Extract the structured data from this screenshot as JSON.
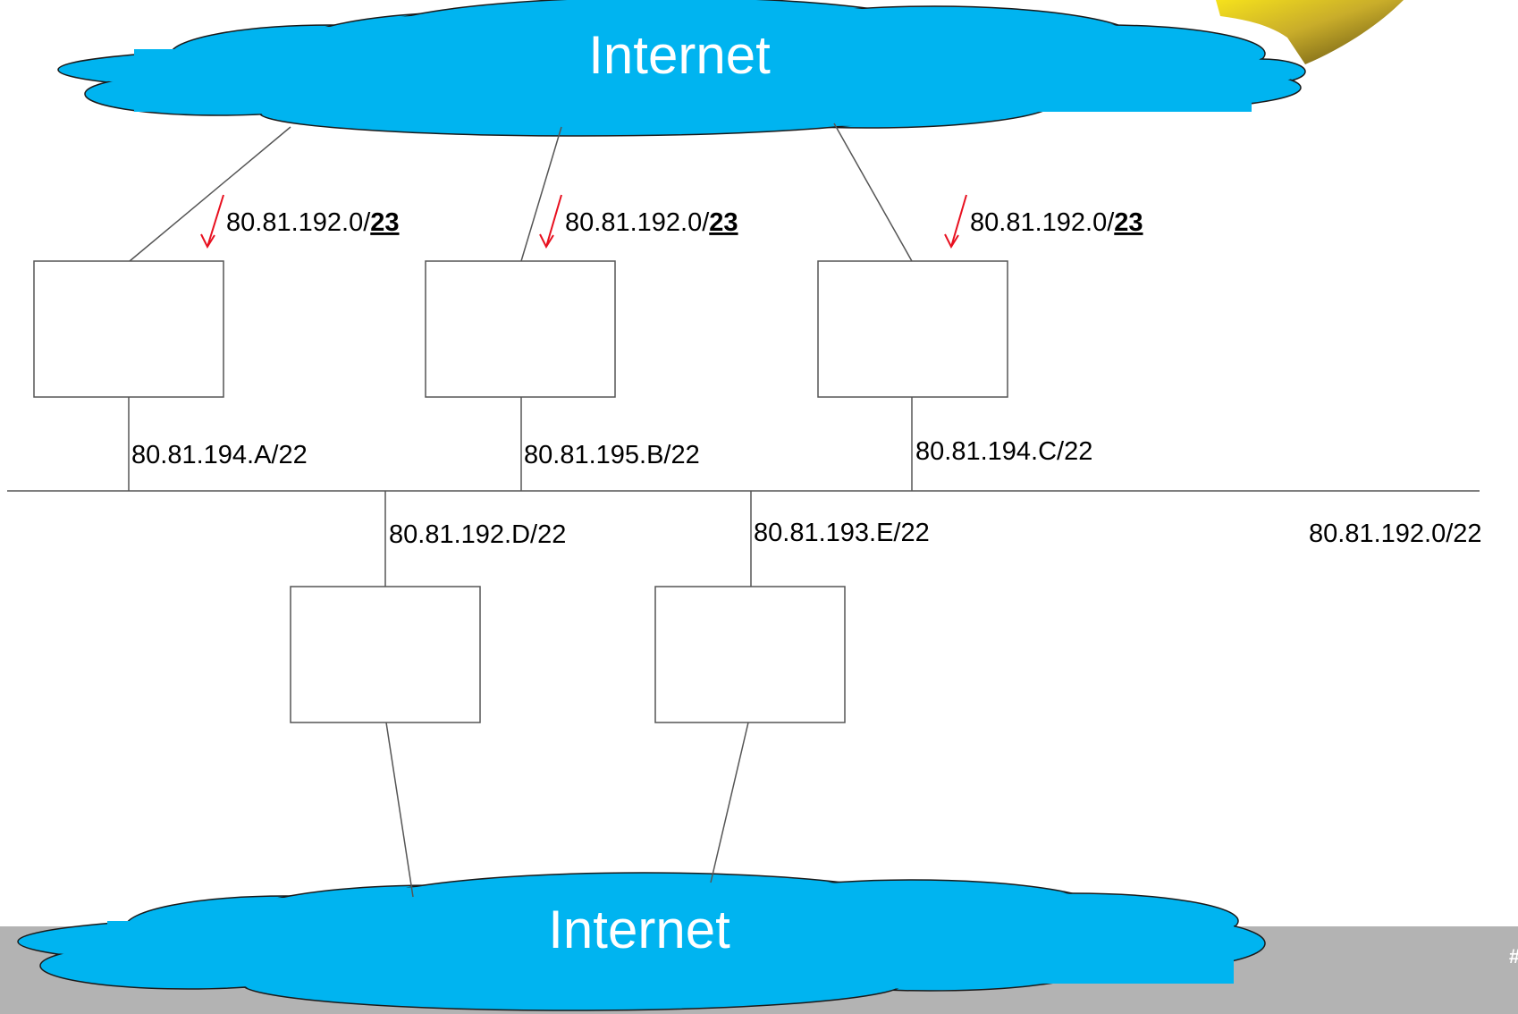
{
  "clouds": {
    "top": {
      "label": "Internet"
    },
    "bottom": {
      "label": "Internet"
    }
  },
  "announcements": [
    {
      "prefix": "80.81.192.0/",
      "length": "23"
    },
    {
      "prefix": "80.81.192.0/",
      "length": "23"
    },
    {
      "prefix": "80.81.192.0/",
      "length": "23"
    }
  ],
  "router_interfaces": {
    "a": "80.81.194.A/22",
    "b": "80.81.195.B/22",
    "c": "80.81.194.C/22",
    "d": "80.81.192.D/22",
    "e": "80.81.193.E/22"
  },
  "lan_prefix": "80.81.192.0/22",
  "colors": {
    "cloud": "#00b4f0",
    "arrow": "#e8101f",
    "footer": "#b3b3b3",
    "line": "#555555"
  }
}
